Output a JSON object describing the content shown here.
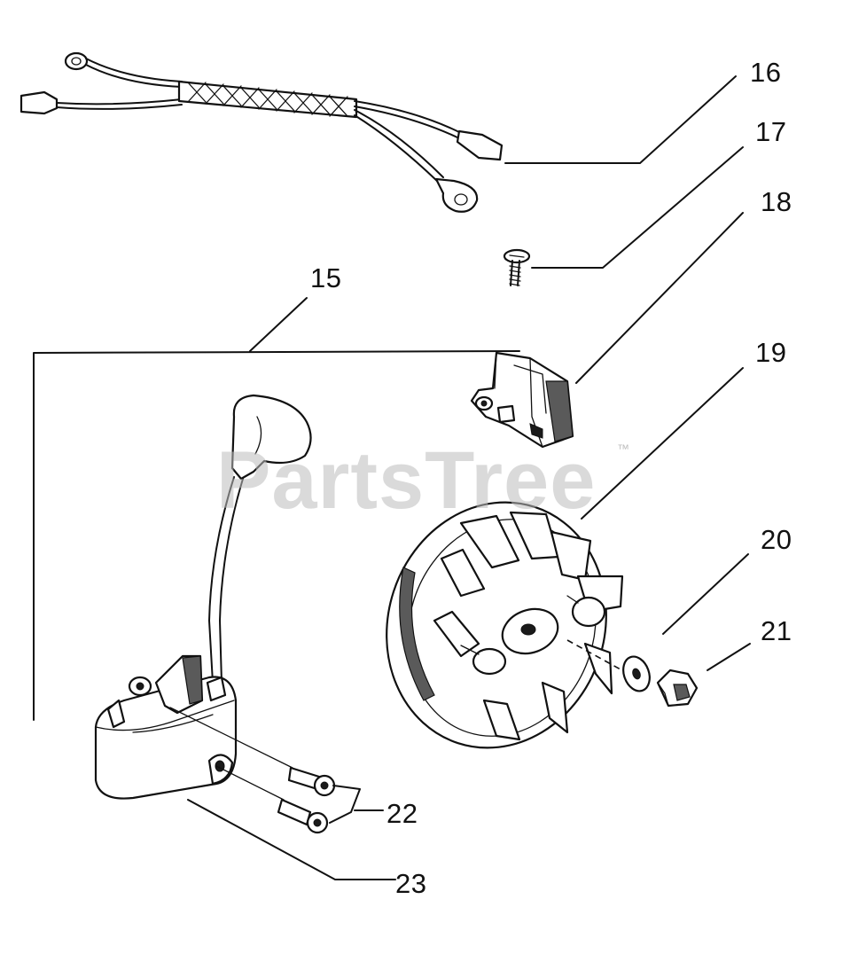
{
  "callouts": {
    "c15": "15",
    "c16": "16",
    "c17": "17",
    "c18": "18",
    "c19": "19",
    "c20": "20",
    "c21": "21",
    "c22": "22",
    "c23": "23"
  },
  "watermark": {
    "text": "PartsTree",
    "trademark": "™"
  }
}
